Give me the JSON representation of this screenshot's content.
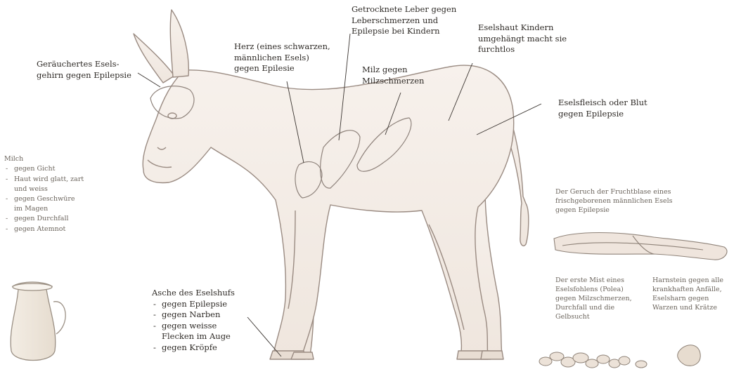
{
  "labels": {
    "brain": [
      "Geräuchertes Esels-",
      "gehirn gegen Epilepsie"
    ],
    "heart": [
      "Herz (eines schwarzen,",
      "männlichen Esels)",
      "gegen Epilesie"
    ],
    "liver": [
      "Getrocknete Leber gegen",
      "Leberschmerzen und",
      "Epilepsie bei Kindern"
    ],
    "spleen": [
      "Milz gegen",
      "Milzschmerzen"
    ],
    "skin": [
      "Eselshaut Kindern",
      "umgehängt macht sie",
      "furchtlos"
    ],
    "meat": [
      "Eselsfleisch oder Blut",
      "gegen Epilepsie"
    ]
  },
  "milk": {
    "title": "Milch",
    "items": [
      [
        "gegen Gicht"
      ],
      [
        "Haut wird glatt, zart",
        "und weiss"
      ],
      [
        "gegen Geschwüre",
        "im Magen"
      ],
      [
        "gegen Durchfall"
      ],
      [
        "gegen Atemnot"
      ]
    ]
  },
  "hoof": {
    "title": "Asche des Eselshufs",
    "items": [
      [
        "gegen Epilepsie"
      ],
      [
        "gegen Narben"
      ],
      [
        "gegen weisse",
        "Flecken im Auge"
      ],
      [
        "gegen Kröpfe"
      ]
    ]
  },
  "afterbirth": [
    "Der Geruch der Fruchtblase eines",
    "frischgeborenen männlichen Esels",
    "gegen Epilepsie"
  ],
  "dung": [
    "Der erste Mist eines",
    "Eselsfohlens (Polea)",
    "gegen Milzschmerzen,",
    "Durchfall und die",
    "Gelbsucht"
  ],
  "urine": [
    "Harnstein gegen alle",
    "krankhaften Anfälle,",
    "Eselsharn gegen",
    "Warzen und Krätze"
  ]
}
